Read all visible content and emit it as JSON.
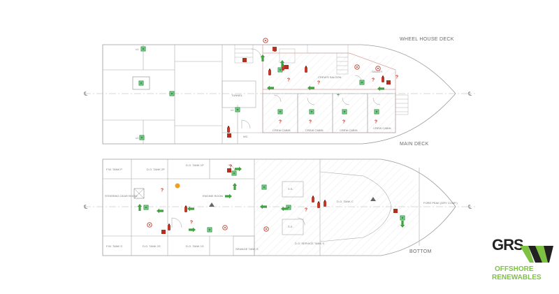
{
  "decks": {
    "upper_labels": {
      "wheel_house": "WHEEL HOUSE DECK",
      "main": "MAIN DECK"
    },
    "lower_label": "BOTTOM"
  },
  "centerline_symbol": "℄",
  "rooms": {
    "main_deck": {
      "tunnel": "TUNNEL",
      "crew_saloon": "CREW'S SALOON",
      "galley": "GALLEY",
      "crew_cabin": "CREW CABIN",
      "wc": "WC",
      "x1_label": "x1"
    },
    "bottom": {
      "fw_tank_p": "F.W. TANK P",
      "fw_tank_s": "F.W. TANK S",
      "do_tank_1p": "D.O. TANK 1P",
      "do_tank_2p": "D.O. TANK 2P",
      "do_tank_2s": "D.O. TANK 2S",
      "do_tank_1s": "D.O. TANK 1S",
      "steering_gear_room": "STEERING GEAR ROOM",
      "engine_room": "ENGINE ROOM",
      "sewage_tank": "SEWAGE TANK S",
      "do_tank_c": "D.O. TANK C",
      "do_service_tank": "D.O. SERVICE TANK S",
      "ss_1": "S.S.",
      "ss_2": "S.S.",
      "fore_peak": "FORE PEAK (DRY COMP.)"
    }
  },
  "logo": {
    "brand": "GRS",
    "line1": "OFFSHORE",
    "line2": "RENEWABLES"
  },
  "colors": {
    "escape_arrow": "#3fa23f",
    "fire_red": "#c0392b",
    "logo_green": "#7dc242",
    "logo_dark": "#222222"
  }
}
